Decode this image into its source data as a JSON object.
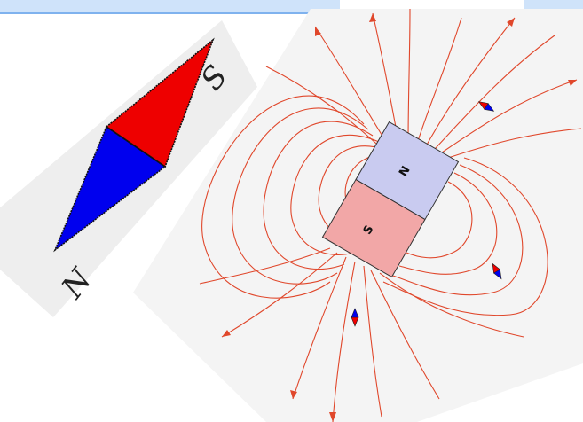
{
  "compass": {
    "north_label": "N",
    "south_label": "S",
    "north_color": "#0000ee",
    "south_color": "#ee0000"
  },
  "magnet": {
    "north_label": "N",
    "south_label": "S",
    "north_color": "#c9cbf0",
    "south_color": "#f2a7a7"
  },
  "field_lines": {
    "color": "#e0472b",
    "arrow_icon": "arrowhead-icon"
  },
  "small_compasses": {
    "count": 3
  },
  "header": {
    "accent": "#cfe3fa"
  }
}
